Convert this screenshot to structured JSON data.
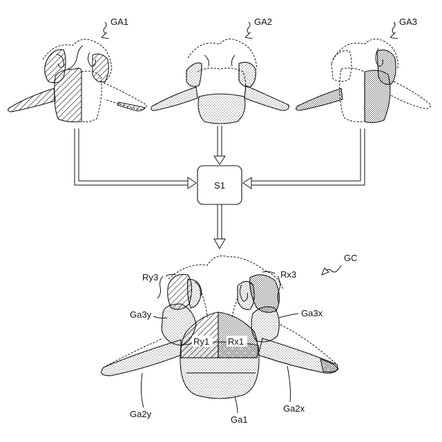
{
  "figure": {
    "views": [
      {
        "id": "GA1",
        "label": "GA1",
        "fill": "hatch"
      },
      {
        "id": "GA2",
        "label": "GA2",
        "fill": "dots"
      },
      {
        "id": "GA3",
        "label": "GA3",
        "fill": "dense"
      }
    ],
    "process_box": {
      "label": "S1"
    },
    "result": {
      "label": "GC",
      "regions": {
        "ry3": "Ry3",
        "rx3": "Rx3",
        "ga3y": "Ga3y",
        "ga3x": "Ga3x",
        "ry1": "Ry1",
        "rx1": "Rx1",
        "ga2y": "Ga2y",
        "ga2x": "Ga2x",
        "ga1": "Ga1"
      }
    },
    "colors": {
      "line": "#111111",
      "background": "#ffffff"
    }
  }
}
